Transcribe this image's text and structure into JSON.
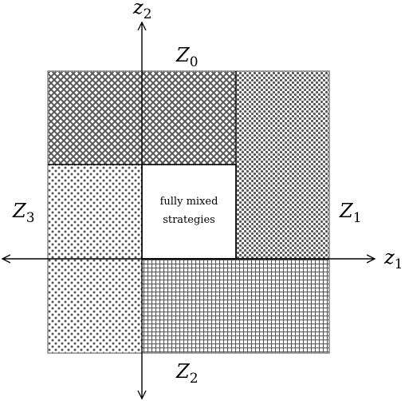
{
  "regions": {
    "z0": {
      "letter": "Z",
      "sub": "0",
      "pattern": "crosshatch"
    },
    "z1": {
      "letter": "Z",
      "sub": "1",
      "pattern": "dense-dots"
    },
    "z2": {
      "letter": "Z",
      "sub": "2",
      "pattern": "grid"
    },
    "z3": {
      "letter": "Z",
      "sub": "3",
      "pattern": "sparse-dots"
    }
  },
  "center": {
    "line1": "fully mixed",
    "line2": "strategies"
  },
  "axes": {
    "x": {
      "letter": "z",
      "sub": "1"
    },
    "y": {
      "letter": "z",
      "sub": "2"
    }
  },
  "colors": {
    "pattern": "#555555",
    "frame": "#888888",
    "axis": "#000000",
    "background": "#ffffff"
  }
}
